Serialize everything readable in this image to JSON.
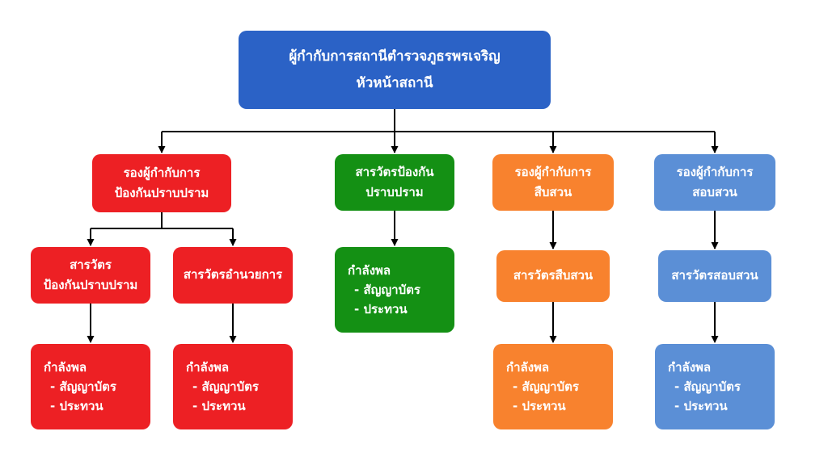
{
  "colors": {
    "root": "#2b62c6",
    "red": "#ed2024",
    "green": "#149014",
    "orange": "#f8822e",
    "blue": "#5b8fd6",
    "connector": "#000000"
  },
  "org": {
    "root": {
      "line1": "ผู้กำกับการสถานีตำรวจภูธรพรเจริญ",
      "line2": "หัวหน้าสถานี"
    },
    "prevention": {
      "deputy": {
        "line1": "รองผู้กำกับการ",
        "line2": "ป้องกันปราบปราม"
      },
      "inspector_prevention": {
        "line1": "สารวัตร",
        "line2": "ป้องกันปราบปราม"
      },
      "inspector_admin": {
        "line1": "สารวัตรอำนวยการ"
      },
      "personnel_prevention": {
        "title": "กำลังพล",
        "item1": "- สัญญาบัตร",
        "item2": "- ประทวน"
      },
      "personnel_admin": {
        "title": "กำลังพล",
        "item1": "- สัญญาบัตร",
        "item2": "- ประทวน"
      }
    },
    "suppression": {
      "inspector": {
        "line1": "สารวัตรป้องกัน",
        "line2": "ปราบปราม"
      },
      "personnel": {
        "title": "กำลังพล",
        "item1": "- สัญญาบัตร",
        "item2": "- ประทวน"
      }
    },
    "investigation": {
      "deputy": {
        "line1": "รองผู้กำกับการ",
        "line2": "สืบสวน"
      },
      "inspector": {
        "line1": "สารวัตรสืบสวน"
      },
      "personnel": {
        "title": "กำลังพล",
        "item1": "- สัญญาบัตร",
        "item2": "- ประทวน"
      }
    },
    "interrogation": {
      "deputy": {
        "line1": "รองผู้กำกับการ",
        "line2": "สอบสวน"
      },
      "inspector": {
        "line1": "สารวัตรสอบสวน"
      },
      "personnel": {
        "title": "กำลังพล",
        "item1": "- สัญญาบัตร",
        "item2": "- ประทวน"
      }
    }
  }
}
